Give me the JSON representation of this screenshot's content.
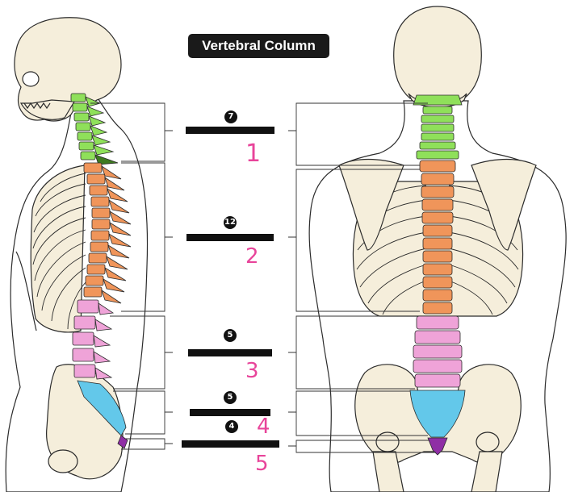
{
  "title": "Vertebral Column",
  "regions": [
    {
      "key": "cervical",
      "count": "7",
      "handwritten": "1",
      "color": "#8fe05a"
    },
    {
      "key": "thoracic",
      "count": "12",
      "handwritten": "2",
      "color": "#f0955a"
    },
    {
      "key": "lumbar",
      "count": "5",
      "handwritten": "3",
      "color": "#efa3d8"
    },
    {
      "key": "sacrum",
      "count": "5",
      "handwritten": "4",
      "color": "#63c8ea"
    },
    {
      "key": "coccyx",
      "count": "4",
      "handwritten": "5",
      "color": "#8f2ea5"
    }
  ],
  "colors": {
    "bone": "#f5eedb",
    "outline": "#2b2b2b",
    "skin": "#ffffff",
    "leader": "#333333",
    "answer_bar": "#111111",
    "handwriting": "#e8449a"
  }
}
